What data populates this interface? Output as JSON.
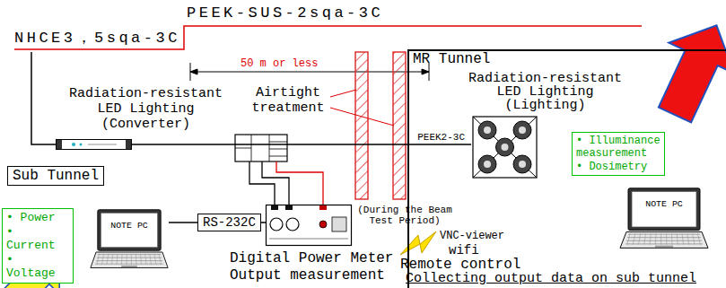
{
  "diagram": {
    "nodes": [
      {
        "text": [
          "MR Tunnel"
        ]
      },
      {
        "text": [
          "Radiation-resistant LED Lighting (Lighting)"
        ],
        "in": 0
      },
      {
        "text": [
          "• Illuminance measurement",
          "• Dosimetry"
        ],
        "in": 0
      },
      {
        "text": [
          "NOTE PC"
        ],
        "in": 0
      },
      {
        "text": [
          "Sub Tunnel"
        ]
      },
      {
        "text": [
          "Radiation-resistant LED Lighting (Converter)"
        ]
      },
      {
        "text": [
          "• Power",
          "• Current",
          "• Voltage"
        ]
      },
      {
        "text": [
          "NOTE PC"
        ]
      },
      {
        "text": [
          "RS-232C"
        ]
      },
      {
        "text": [
          "Digital Power Meter",
          "Output measurement"
        ]
      }
    ],
    "edges": [
      {
        "from": 5,
        "to": 1,
        "label": "PEEK2-3C",
        "arrow": "none"
      },
      {
        "from": 7,
        "to": 8,
        "arrow": "none"
      },
      {
        "from": 8,
        "to": 9,
        "arrow": "none"
      }
    ],
    "labels": [
      "PEEK-SUS-2sqa-3C",
      "NHCE3，5sqa-3C",
      "50 m or less",
      "Airtight treatment",
      "(During the Beam Test Period)",
      "VNC-viewer",
      "wifi",
      "Remote control",
      "Collecting output data on sub tunnel"
    ]
  }
}
